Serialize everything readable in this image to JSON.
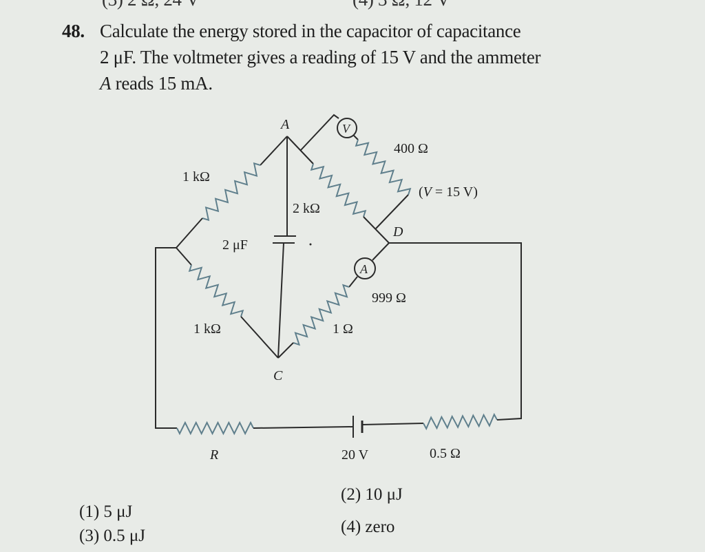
{
  "prev_options": {
    "opt3": "(3) 2 Ω, 24 V",
    "opt4": "(4) 3 Ω, 12 V"
  },
  "question": {
    "number": "48.",
    "line1": "Calculate the energy stored in the capacitor of capacitance",
    "line2": "2 μF. The voltmeter gives a reading of 15 V and the ammeter",
    "line3_italic": "A",
    "line3_rest": " reads 15 mA."
  },
  "circuit": {
    "node_a": "A",
    "node_c": "C",
    "node_d": "D",
    "r_a_left": "1 kΩ",
    "r_left_c": "1 kΩ",
    "r_a_d": "2 kΩ",
    "r_voltmeter": "400 Ω",
    "voltmeter_symbol": "V",
    "voltmeter_reading_open": "(",
    "voltmeter_reading_v": "V",
    "voltmeter_reading_rest": " = 15 V)",
    "ammeter_symbol": "A",
    "r_ammeter": "999 Ω",
    "r_d_c": "1 Ω",
    "capacitor": "2 μF",
    "r_external": "R",
    "battery": "20 V",
    "r_internal": "0.5 Ω"
  },
  "options": [
    {
      "label": "(1) 5 μJ"
    },
    {
      "label": "(2) 10 μJ"
    },
    {
      "label": "(3) 0.5 μJ"
    },
    {
      "label": "(4) zero"
    }
  ],
  "colors": {
    "wire": "#2a2a2a",
    "resistor": "#5f7f8c",
    "paper": "#e8ebe7"
  }
}
